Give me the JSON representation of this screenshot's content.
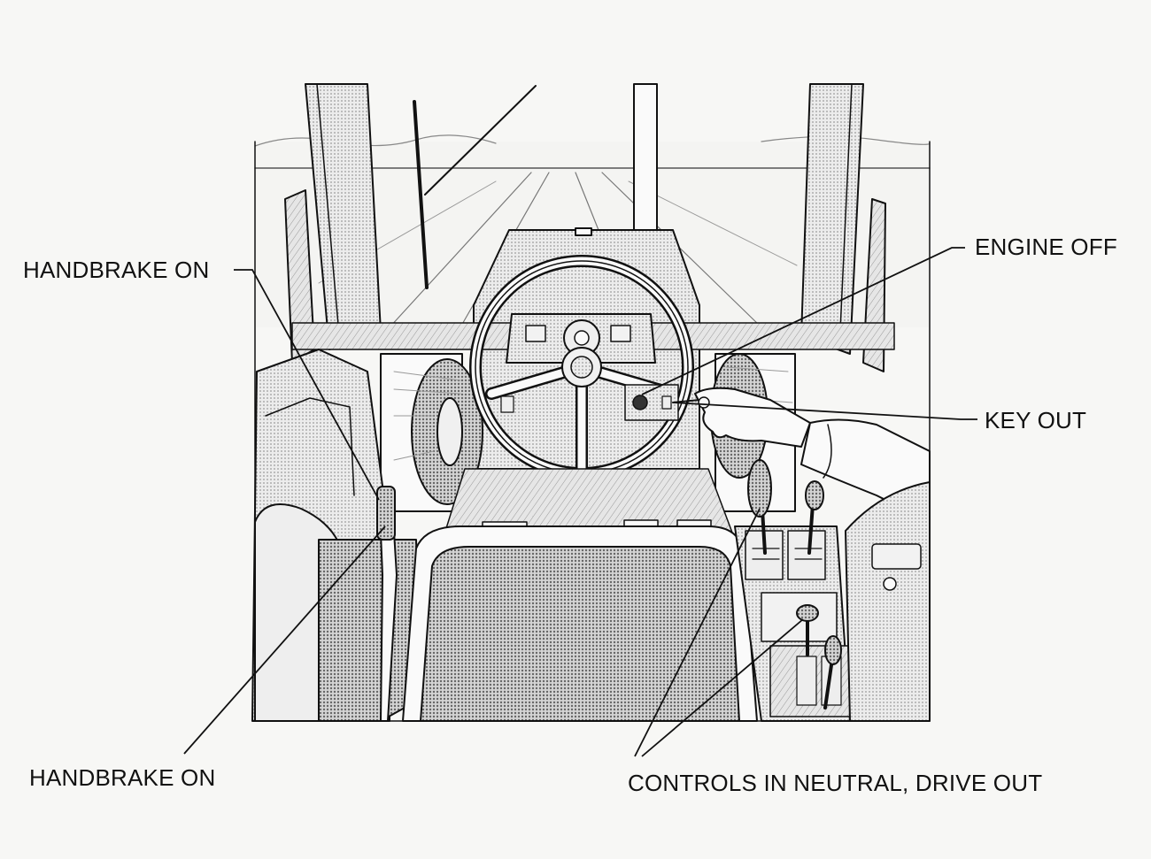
{
  "labels": {
    "handbrake_top": "HANDBRAKE ON",
    "engine_off": "ENGINE OFF",
    "key_out": "KEY OUT",
    "handbrake_bottom": "HANDBRAKE ON",
    "controls": "CONTROLS IN NEUTRAL, DRIVE OUT"
  },
  "colors": {
    "background": "#f7f7f5",
    "ink": "#111111",
    "shade": "#c9c9c9",
    "light_shade": "#e2e2e2"
  }
}
